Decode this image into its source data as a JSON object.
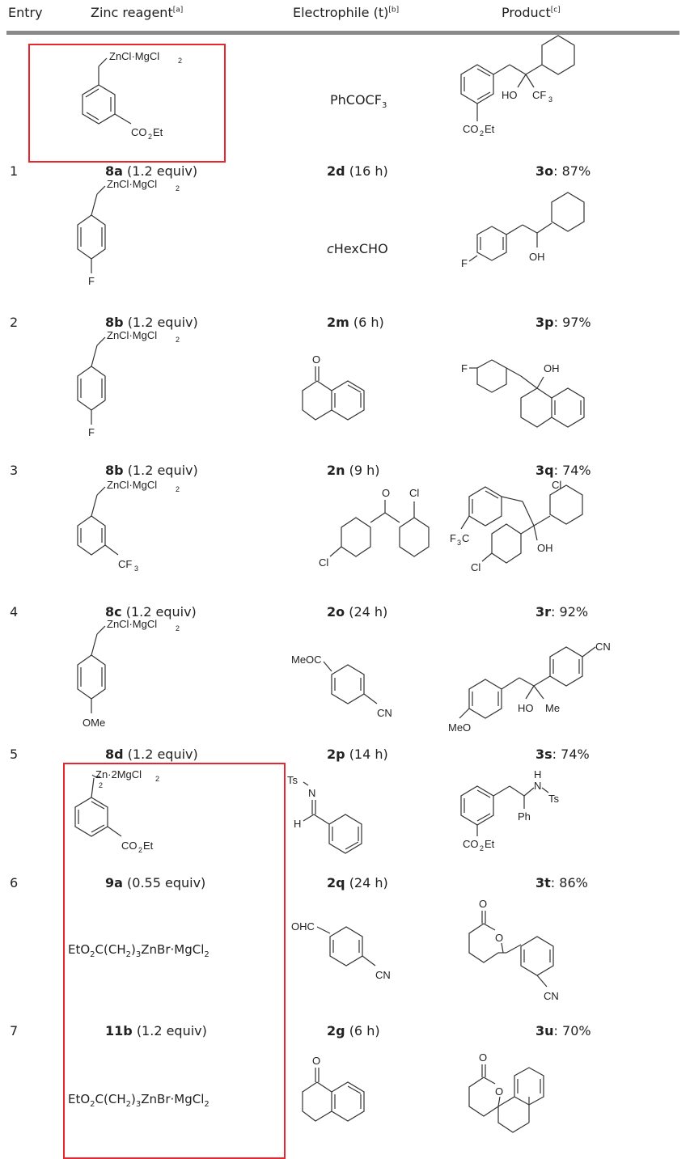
{
  "table": {
    "headers": [
      {
        "label": "Entry",
        "footnote": ""
      },
      {
        "label": "Zinc reagent",
        "footnote": "[a]"
      },
      {
        "label": "Electrophile (t)",
        "footnote": "[b]"
      },
      {
        "label": "Product",
        "footnote": "[c]"
      }
    ],
    "rows": [
      {
        "entry": "1",
        "reagent_id": "8a",
        "reagent_equiv": "(1.2 equiv)",
        "reagent_formula": "ZnCl·MgCl2",
        "reagent_sub": "3-CO2Et benzyl",
        "electrophile_id": "2d",
        "electrophile_time": "(16 h)",
        "electrophile_name": "PhCOCF3",
        "product_id": "3o",
        "product_yield": ": 87%"
      },
      {
        "entry": "2",
        "reagent_id": "8b",
        "reagent_equiv": "(1.2 equiv)",
        "reagent_formula": "ZnCl·MgCl2",
        "reagent_sub": "4-F benzyl",
        "electrophile_id": "2m",
        "electrophile_time": "(6 h)",
        "electrophile_name": "cHexCHO",
        "product_id": "3p",
        "product_yield": ": 97%"
      },
      {
        "entry": "3",
        "reagent_id": "8b",
        "reagent_equiv": "(1.2 equiv)",
        "reagent_formula": "ZnCl·MgCl2",
        "reagent_sub": "4-F benzyl",
        "electrophile_id": "2n",
        "electrophile_time": "(9 h)",
        "electrophile_name": "1-tetralone",
        "product_id": "3q",
        "product_yield": ": 74%"
      },
      {
        "entry": "4",
        "reagent_id": "8c",
        "reagent_equiv": "(1.2 equiv)",
        "reagent_formula": "ZnCl·MgCl2",
        "reagent_sub": "3-CF3 benzyl",
        "electrophile_id": "2o",
        "electrophile_time": "(24 h)",
        "electrophile_name": "2,4'-dichlorobenzophenone",
        "product_id": "3r",
        "product_yield": ": 92%"
      },
      {
        "entry": "5",
        "reagent_id": "8d",
        "reagent_equiv": "(1.2 equiv)",
        "reagent_formula": "ZnCl·MgCl2",
        "reagent_sub": "4-OMe benzyl",
        "electrophile_id": "2p",
        "electrophile_time": "(14 h)",
        "electrophile_name": "4-acetylbenzonitrile",
        "product_id": "3s",
        "product_yield": ": 74%"
      },
      {
        "entry": "6",
        "reagent_id": "9a",
        "reagent_equiv": "(0.55 equiv)",
        "reagent_formula": "Zn·2MgCl2",
        "reagent_sub": "bis(3-CO2Et benzyl)",
        "electrophile_id": "2q",
        "electrophile_time": "(24 h)",
        "electrophile_name": "N-Ts benzaldimine",
        "product_id": "3t",
        "product_yield": ": 86%"
      },
      {
        "entry": "7",
        "reagent_id": "11b",
        "reagent_equiv": "(1.2 equiv)",
        "reagent_formula": "EtO2C(CH2)3ZnBr·MgCl2",
        "reagent_sub": "",
        "electrophile_id": "2g",
        "electrophile_time": "(6 h)",
        "electrophile_name": "4-formylbenzonitrile",
        "product_id": "3u",
        "product_yield": ": 70%"
      }
    ],
    "trailing_reagent": "EtO2C(CH2)3ZnBr·MgCl2"
  },
  "structure_labels": {
    "zncl": "ZnCl·MgCl",
    "zn2": "Zn·2MgCl",
    "co2et": "CO",
    "et": "Et",
    "f": "F",
    "cf3": "CF",
    "ome": "OMe",
    "phcocf3": "PhCOCF",
    "chexcho_c": "c",
    "chexcho": "HexCHO",
    "ho": "HO",
    "oh": "OH",
    "o": "O",
    "cl": "Cl",
    "cn": "CN",
    "meoc": "MeOC",
    "meo": "MeO",
    "me": "Me",
    "ts": "Ts",
    "n": "N",
    "h": "H",
    "ph": "Ph",
    "ohc": "OHC",
    "f3c": "F",
    "two": "2",
    "three": "3"
  },
  "highlights": {
    "box_color": "#e8262b"
  }
}
